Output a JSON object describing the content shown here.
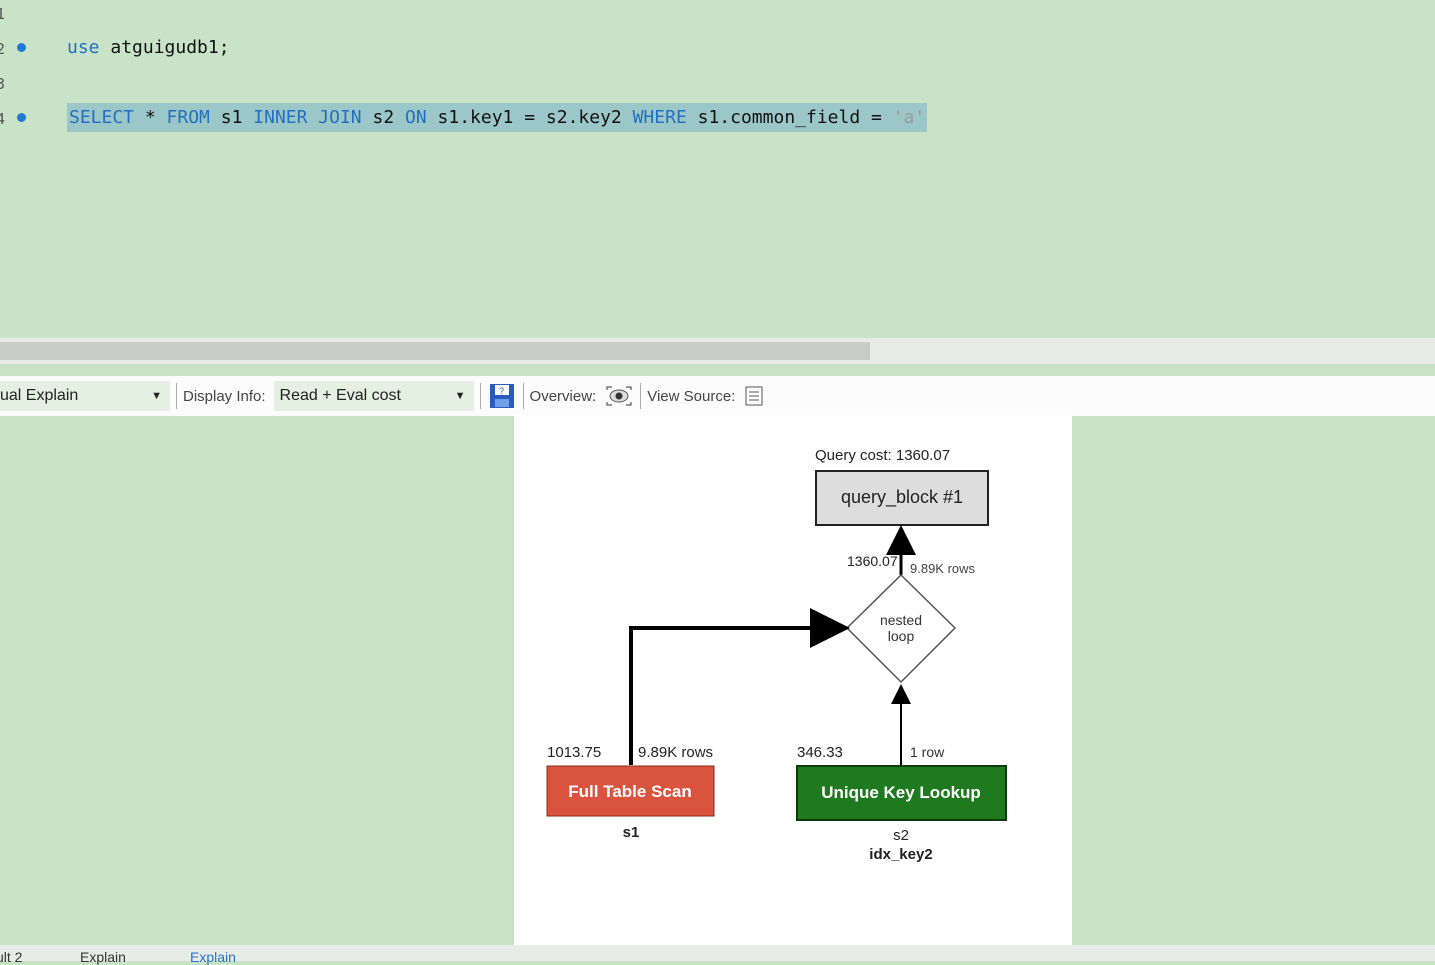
{
  "editor": {
    "line_numbers": [
      "1",
      "2",
      "3",
      "4"
    ],
    "line2": {
      "kw": "use",
      "rest": " atguigudb1;"
    },
    "line4": {
      "t1": "SELECT",
      "t2": " * ",
      "t3": "FROM",
      "t4": " s1 ",
      "t5": "INNER JOIN",
      "t6": " s2 ",
      "t7": "ON",
      "t8": " s1.key1 = s2.key2 ",
      "t9": "WHERE",
      "t10": " s1.common_field = ",
      "t11": "'a'"
    }
  },
  "toolbar": {
    "view_mode": "ual Explain",
    "display_info_label": "Display Info:",
    "display_info_value": "Read + Eval cost",
    "overview_label": "Overview:",
    "view_source_label": "View Source:"
  },
  "diagram": {
    "query_cost": "Query cost: 1360.07",
    "query_block": "query_block #1",
    "nested_cost": "1360.07",
    "nested_rows": "9.89K rows",
    "nested_label_1": "nested",
    "nested_label_2": "loop",
    "s1_cost": "1013.75",
    "s1_rows": "9.89K rows",
    "s1_op": "Full Table Scan",
    "s1_table": "s1",
    "s2_cost": "346.33",
    "s2_rows": "1 row",
    "s2_op": "Unique Key Lookup",
    "s2_table": "s2",
    "s2_key": "idx_key2",
    "colors": {
      "full_scan": "#d9533f",
      "unique_lookup": "#1f7a1f"
    }
  },
  "tabs": [
    "ult 2",
    "Explain",
    "Explain"
  ]
}
